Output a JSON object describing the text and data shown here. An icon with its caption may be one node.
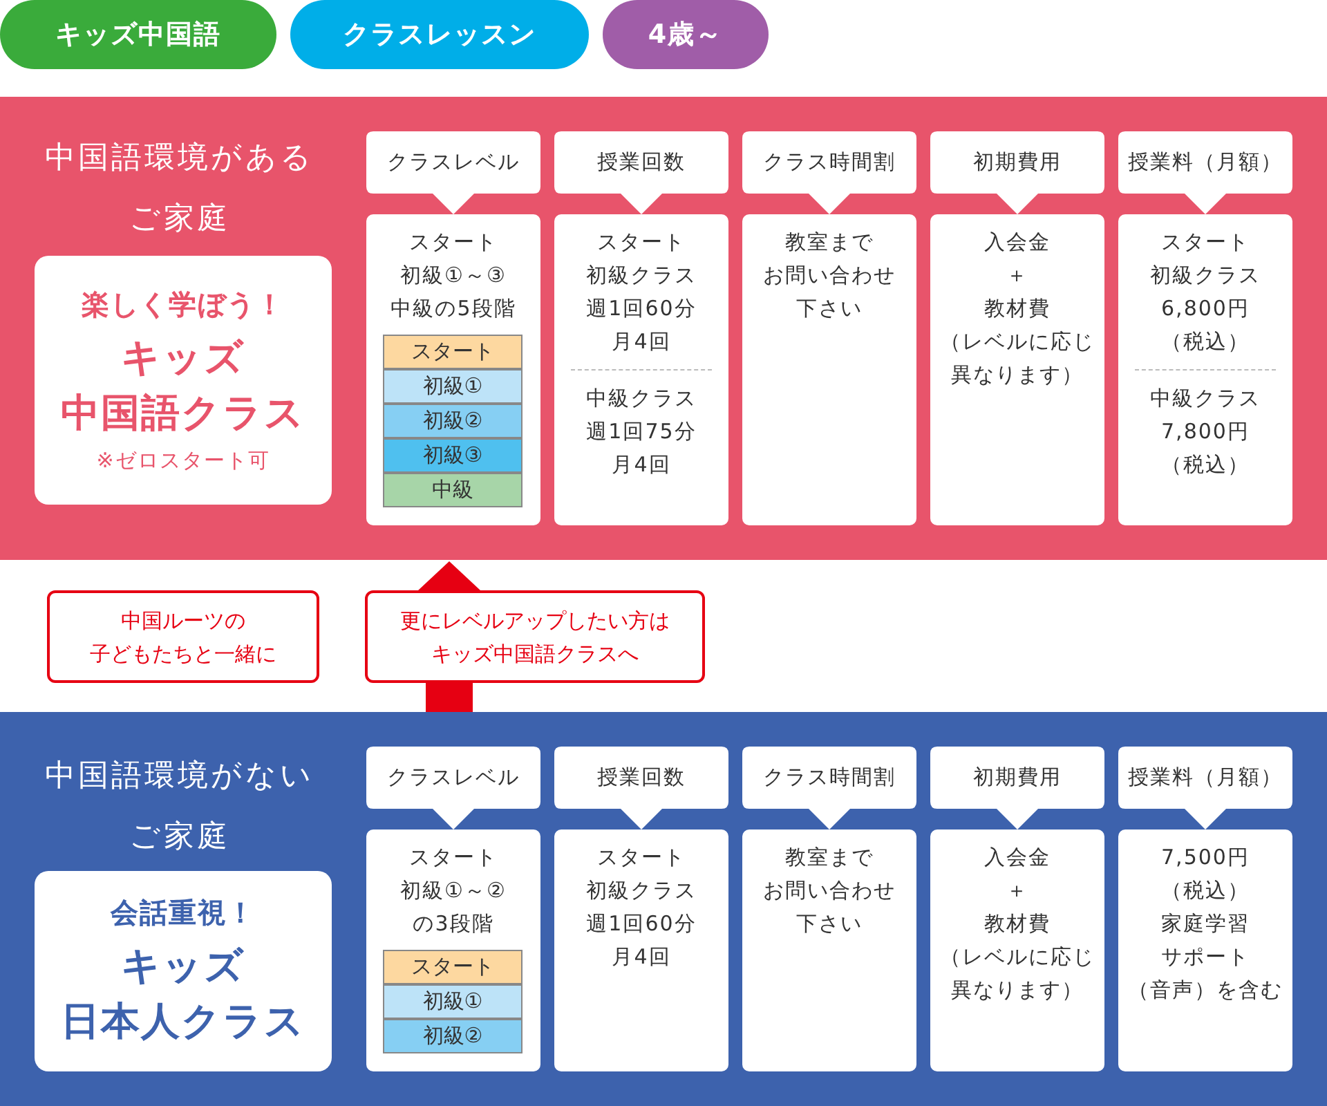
{
  "diagram": {
    "nodes": [
      {
        "text": [
          "キッズ中国語"
        ]
      },
      {
        "text": [
          "クラスレッスン"
        ]
      },
      {
        "text": [
          "4歳～"
        ]
      },
      {
        "text": [
          "中国語環境があるご家庭"
        ]
      },
      {
        "text": [
          "楽しく学ぼう！",
          "キッズ中国語クラス",
          "※ゼロスタート可"
        ],
        "in": 3
      },
      {
        "text": [
          "クラスレベル"
        ],
        "in": 3
      },
      {
        "text": [
          "スタート初級①～③中級の5段階"
        ],
        "in": 3
      },
      {
        "text": [
          "スタート"
        ],
        "in": 6
      },
      {
        "text": [
          "初級①"
        ],
        "in": 6
      },
      {
        "text": [
          "初級②"
        ],
        "in": 6
      },
      {
        "text": [
          "初級③"
        ],
        "in": 6
      },
      {
        "text": [
          "中級"
        ],
        "in": 6
      },
      {
        "text": [
          "授業回数"
        ],
        "in": 3
      },
      {
        "text": [
          "スタート初級クラス週1回60分月4回",
          "中級クラス週1回75分月4回"
        ],
        "in": 3
      },
      {
        "text": [
          "クラス時間割"
        ],
        "in": 3
      },
      {
        "text": [
          "教室までお問い合わせ下さい"
        ],
        "in": 3
      },
      {
        "text": [
          "初期費用"
        ],
        "in": 3
      },
      {
        "text": [
          "入会金＋教材費（レベルに応じ異なります）"
        ],
        "in": 3
      },
      {
        "text": [
          "授業料（月額）"
        ],
        "in": 3
      },
      {
        "text": [
          "スタート初級クラス6,800円（税込）",
          "中級クラス7,800円（税込）"
        ],
        "in": 3
      },
      {
        "text": [
          "中国ルーツの子どもたちと一緒に"
        ]
      },
      {
        "text": [
          "中国語環境がないご家庭"
        ]
      },
      {
        "text": [
          "会話重視！",
          "キッズ日本人クラス"
        ],
        "in": 21
      },
      {
        "text": [
          "クラスレベル"
        ],
        "in": 21
      },
      {
        "text": [
          "スタート初級①～②の3段階"
        ],
        "in": 21
      },
      {
        "text": [
          "スタート"
        ],
        "in": 24
      },
      {
        "text": [
          "初級①"
        ],
        "in": 24
      },
      {
        "text": [
          "初級②"
        ],
        "in": 24
      },
      {
        "text": [
          "授業回数"
        ],
        "in": 21
      },
      {
        "text": [
          "スタート初級クラス週1回60分月4回"
        ],
        "in": 21
      },
      {
        "text": [
          "クラス時間割"
        ],
        "in": 21
      },
      {
        "text": [
          "教室までお問い合わせ下さい"
        ],
        "in": 21
      },
      {
        "text": [
          "初期費用"
        ],
        "in": 21
      },
      {
        "text": [
          "入会金＋教材費（レベルに応じ異なります）"
        ],
        "in": 21
      },
      {
        "text": [
          "授業料（月額）"
        ],
        "in": 21
      },
      {
        "text": [
          "7,500円（税込）家庭学習サポート（音声）を含む"
        ],
        "in": 21
      }
    ],
    "edges": [
      {
        "from": 21,
        "to": 3,
        "arrow": "to",
        "label": "更にレベルアップしたい方はキッズ中国語クラスへ"
      }
    ]
  }
}
